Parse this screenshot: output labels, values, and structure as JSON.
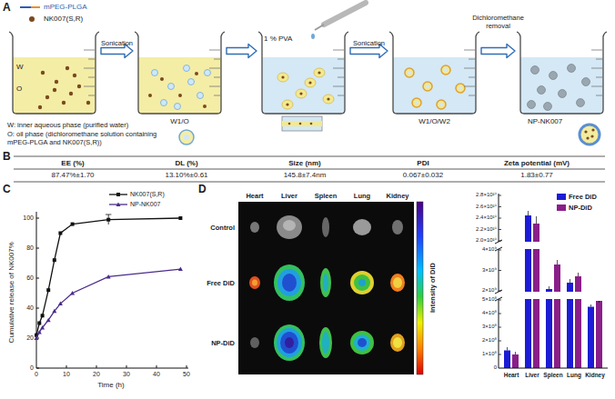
{
  "diagram": {
    "nodes": [
      {
        "text": [
          "W",
          "O"
        ]
      },
      {
        "text": [
          "W1/O"
        ]
      },
      {
        "text": [
          "1 % PVA"
        ]
      },
      {
        "text": [
          "W1/O/W2"
        ]
      },
      {
        "text": [
          "NP-NK007"
        ]
      }
    ],
    "edges": [
      {
        "from": 0,
        "to": 1,
        "arrow": "to",
        "label": "Sonication"
      },
      {
        "from": 1,
        "to": 2,
        "arrow": "to"
      },
      {
        "from": 2,
        "to": 3,
        "arrow": "to",
        "label": "Sonication"
      },
      {
        "from": 3,
        "to": 4,
        "arrow": "to",
        "label": "Dichloromethane removal"
      }
    ],
    "labels": [
      "A",
      "W: inner aqueous phase (purified water)",
      "O: oil phase (dichloromethane solution containing mPEG-PLGA and NK007(S,R))",
      "B",
      "EE (%)",
      "DL (%)",
      "Size (nm)",
      "PDI",
      "Zeta potential (mV)",
      "87.47%±1.70",
      "13.10%±0.61",
      "145.8±7.4nm",
      "0.067±0.032",
      "1.83±0.77",
      "C",
      "Cumulative release of NK007%",
      "0",
      "20",
      "40",
      "60",
      "80",
      "100",
      "0",
      "10",
      "20",
      "30",
      "40",
      "50",
      "Time (h)",
      "D",
      "Heart",
      "Liver",
      "Spleen",
      "Lung",
      "Kidney",
      "Control",
      "Free DiD",
      "NP-DiD",
      "Intensity of DiD",
      "2.8×10¹⁰",
      "2.6×10¹⁰",
      "2.4×10¹⁰",
      "2.2×10¹⁰",
      "2.0×10¹⁰",
      "4×10⁹",
      "3×10⁹",
      "2×10⁹",
      "5×10⁸",
      "4×10⁸",
      "3×10⁸",
      "2×10⁸",
      "1×10⁸",
      "0",
      "Heart",
      "Liver",
      "Spleen",
      "Lung",
      "Kidney"
    ],
    "legend": [
      {
        "text": "mPEG-PLGA"
      },
      {
        "text": "NK007(S,R)",
        "color": "#7a4a1e"
      },
      {
        "text": "NK007(S,R)"
      },
      {
        "text": "NP-NK007"
      },
      {
        "text": "Free DiD",
        "color": "#1c1cd6"
      },
      {
        "text": "NP-DiD",
        "color": "#8a1f8a"
      }
    ]
  }
}
